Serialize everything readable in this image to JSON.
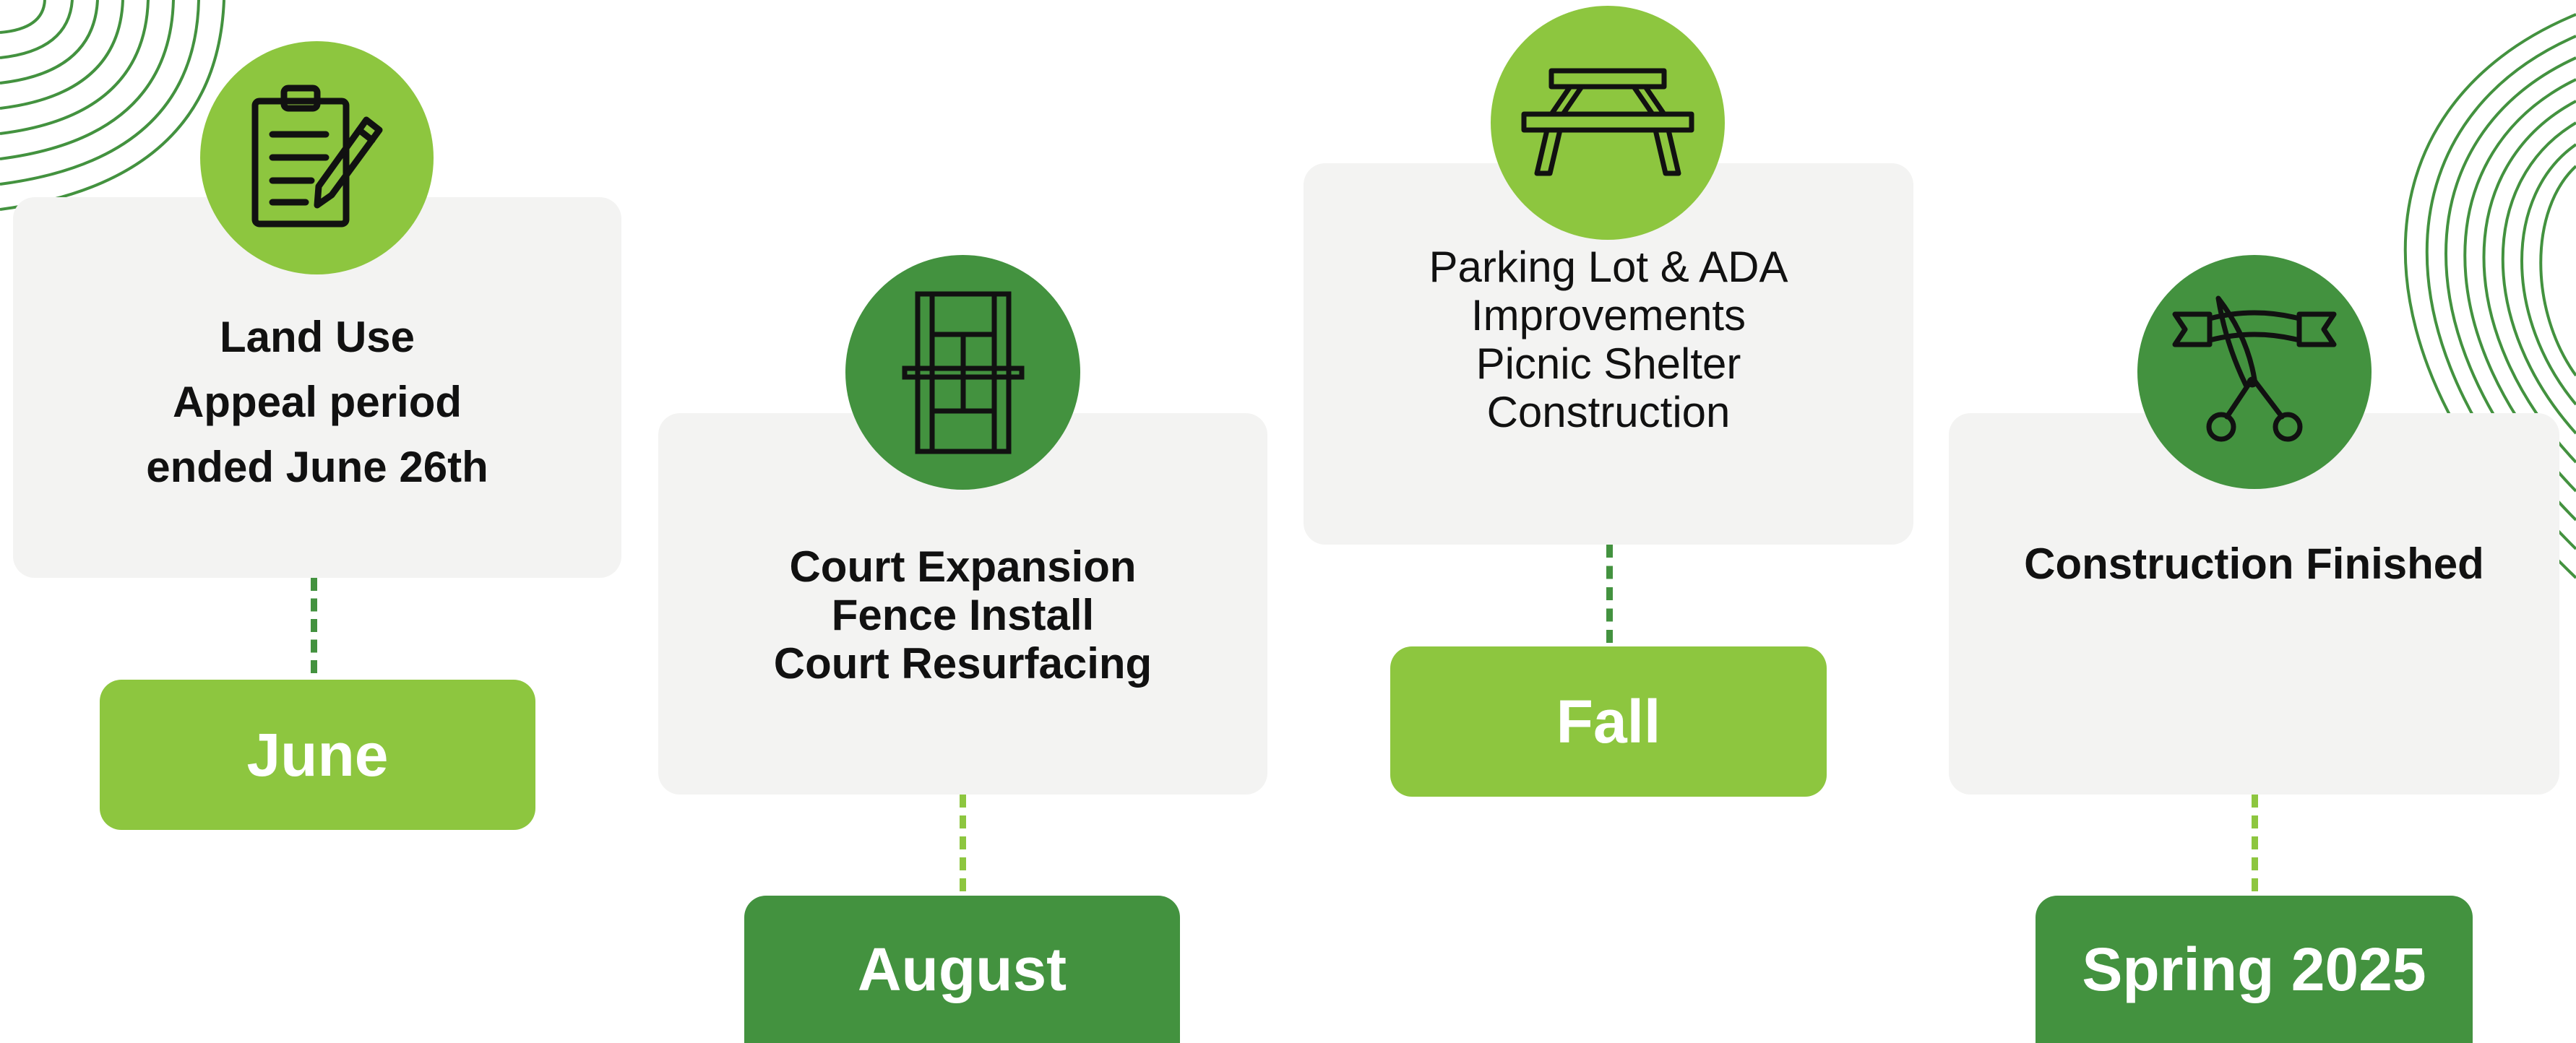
{
  "colors": {
    "light_green": "#8dc63f",
    "dark_green": "#43923f",
    "card_bg": "#f3f3f2",
    "text": "#111111"
  },
  "timeline": [
    {
      "id": "june",
      "icon": "clipboard-pencil-icon",
      "description": "Land Use\nAppeal period\nended June 26th",
      "date": "June"
    },
    {
      "id": "august",
      "icon": "tennis-court-icon",
      "description": "Court Expansion\nFence Install\nCourt Resurfacing",
      "date": "August"
    },
    {
      "id": "fall",
      "icon": "picnic-table-icon",
      "description": "Parking Lot & ADA\nImprovements\nPicnic Shelter\nConstruction",
      "date": "Fall"
    },
    {
      "id": "spring-2025",
      "icon": "ribbon-cutting-scissors-icon",
      "description": "Construction Finished",
      "date": "Spring 2025"
    }
  ]
}
